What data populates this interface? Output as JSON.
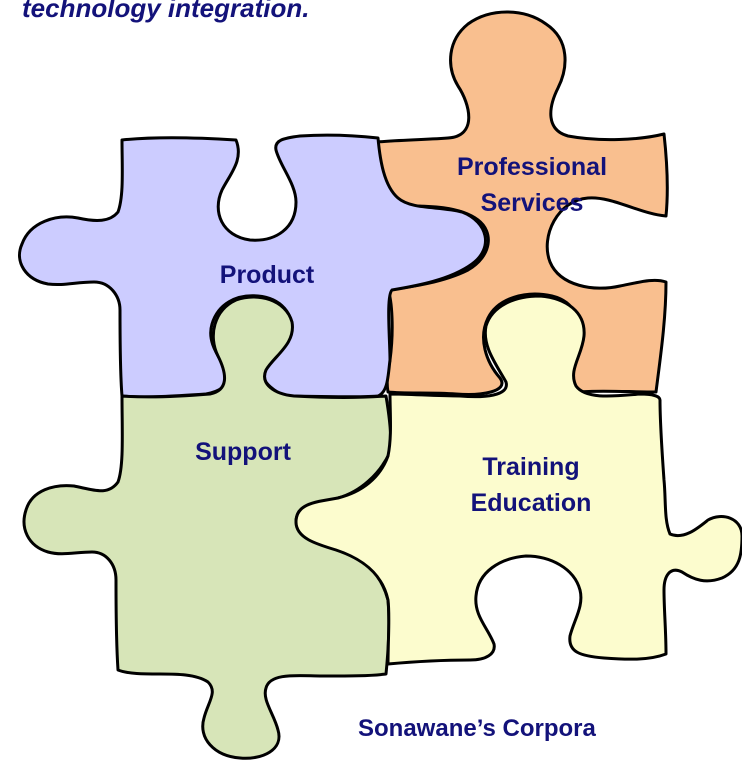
{
  "headline": "technology integration.",
  "pieces": {
    "professional_services": {
      "line1": "Professional",
      "line2": "Services",
      "fill": "#f9bf8f"
    },
    "product": {
      "line1": "Product",
      "fill": "#ccccff"
    },
    "support": {
      "line1": "Support",
      "fill": "#d7e5b8"
    },
    "training_education": {
      "line1": "Training",
      "line2": "Education",
      "fill": "#fcfcce"
    }
  },
  "footer": "Sonawane’s Corpora",
  "colors": {
    "text": "#13127a",
    "outline": "#000000"
  }
}
